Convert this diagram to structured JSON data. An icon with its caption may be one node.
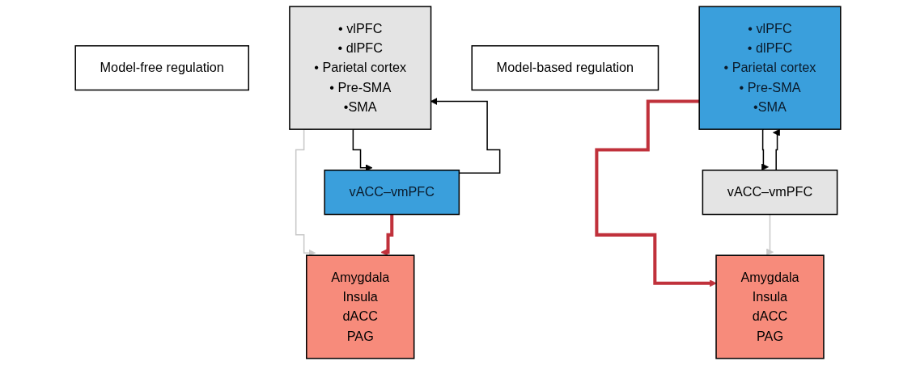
{
  "diagram": {
    "nodes": [
      {
        "text": [
          "Model-free regulation"
        ]
      },
      {
        "text": [
          "• vlPFC",
          "• dlPFC",
          "• Parietal cortex",
          "• Pre-SMA",
          "•SMA"
        ]
      },
      {
        "text": [
          "vACC–vmPFC"
        ]
      },
      {
        "text": [
          "Amygdala",
          "Insula",
          "dACC",
          "PAG"
        ]
      },
      {
        "text": [
          "Model-based regulation"
        ]
      },
      {
        "text": [
          "• vlPFC",
          "• dlPFC",
          "• Parietal cortex",
          "• Pre-SMA",
          "•SMA"
        ]
      },
      {
        "text": [
          "vACC–vmPFC"
        ]
      },
      {
        "text": [
          "Amygdala",
          "Insula",
          "dACC",
          "PAG"
        ]
      }
    ],
    "edges": [
      {
        "from": 2,
        "to": 1,
        "arrow": "to"
      },
      {
        "from": 1,
        "to": 2,
        "arrow": "to"
      },
      {
        "from": 1,
        "to": 3,
        "arrow": "to",
        "color": "#c8c8c8"
      },
      {
        "from": 2,
        "to": 3,
        "arrow": "to",
        "style": "thick",
        "color": "#c0313b"
      },
      {
        "from": 6,
        "to": 5,
        "arrow": "to"
      },
      {
        "from": 5,
        "to": 6,
        "arrow": "to"
      },
      {
        "from": 5,
        "to": 7,
        "arrow": "to",
        "style": "thick",
        "color": "#c0313b"
      },
      {
        "from": 6,
        "to": 7,
        "arrow": "to",
        "color": "#c8c8c8"
      }
    ]
  }
}
